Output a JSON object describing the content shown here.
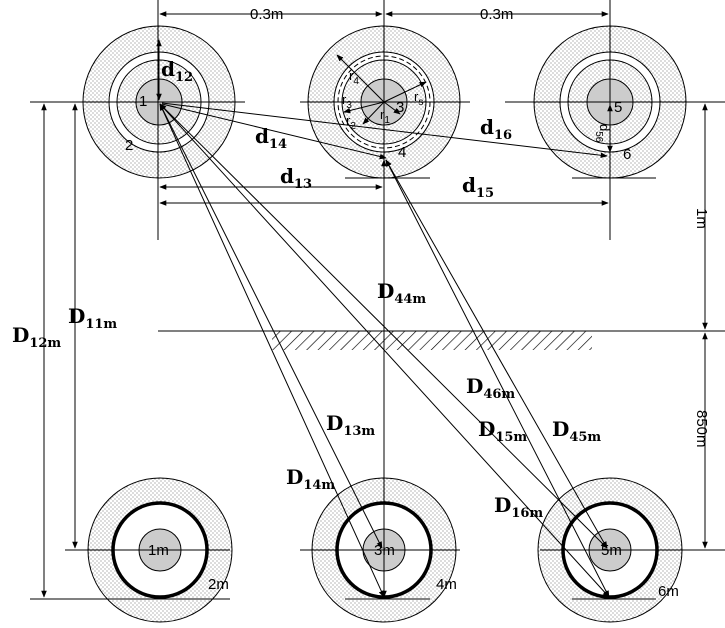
{
  "spacing": {
    "left": "0.3m",
    "right": "0.3m"
  },
  "vertical": {
    "top": "1m",
    "bottom": "850m"
  },
  "conductor_labels": [
    "1",
    "2",
    "3",
    "4",
    "5",
    "6"
  ],
  "image_labels": [
    "1m",
    "2m",
    "3m",
    "4m",
    "5m",
    "6m"
  ],
  "radii": {
    "r1": "r",
    "r1_sub": "1",
    "r2": "r",
    "r2_sub": "2",
    "r3": "r",
    "r3_sub": "3",
    "r4": "r",
    "r4_sub": "4",
    "rs": "r",
    "rs_sub": "s"
  },
  "d56": {
    "main": "d",
    "sub": "56"
  },
  "distances": [
    {
      "key": "d12",
      "main": "d",
      "sub": "12"
    },
    {
      "key": "d14",
      "main": "d",
      "sub": "14"
    },
    {
      "key": "d13",
      "main": "d",
      "sub": "13"
    },
    {
      "key": "d15",
      "main": "d",
      "sub": "15"
    },
    {
      "key": "d16",
      "main": "d",
      "sub": "16"
    },
    {
      "key": "D11m",
      "main": "D",
      "sub": "11m"
    },
    {
      "key": "D12m",
      "main": "D",
      "sub": "12m"
    },
    {
      "key": "D44m",
      "main": "D",
      "sub": "44m"
    },
    {
      "key": "D46m",
      "main": "D",
      "sub": "46m"
    },
    {
      "key": "D13m",
      "main": "D",
      "sub": "13m"
    },
    {
      "key": "D15m",
      "main": "D",
      "sub": "15m"
    },
    {
      "key": "D45m",
      "main": "D",
      "sub": "45m"
    },
    {
      "key": "D14m",
      "main": "D",
      "sub": "14m"
    },
    {
      "key": "D16m",
      "main": "D",
      "sub": "16m"
    }
  ]
}
